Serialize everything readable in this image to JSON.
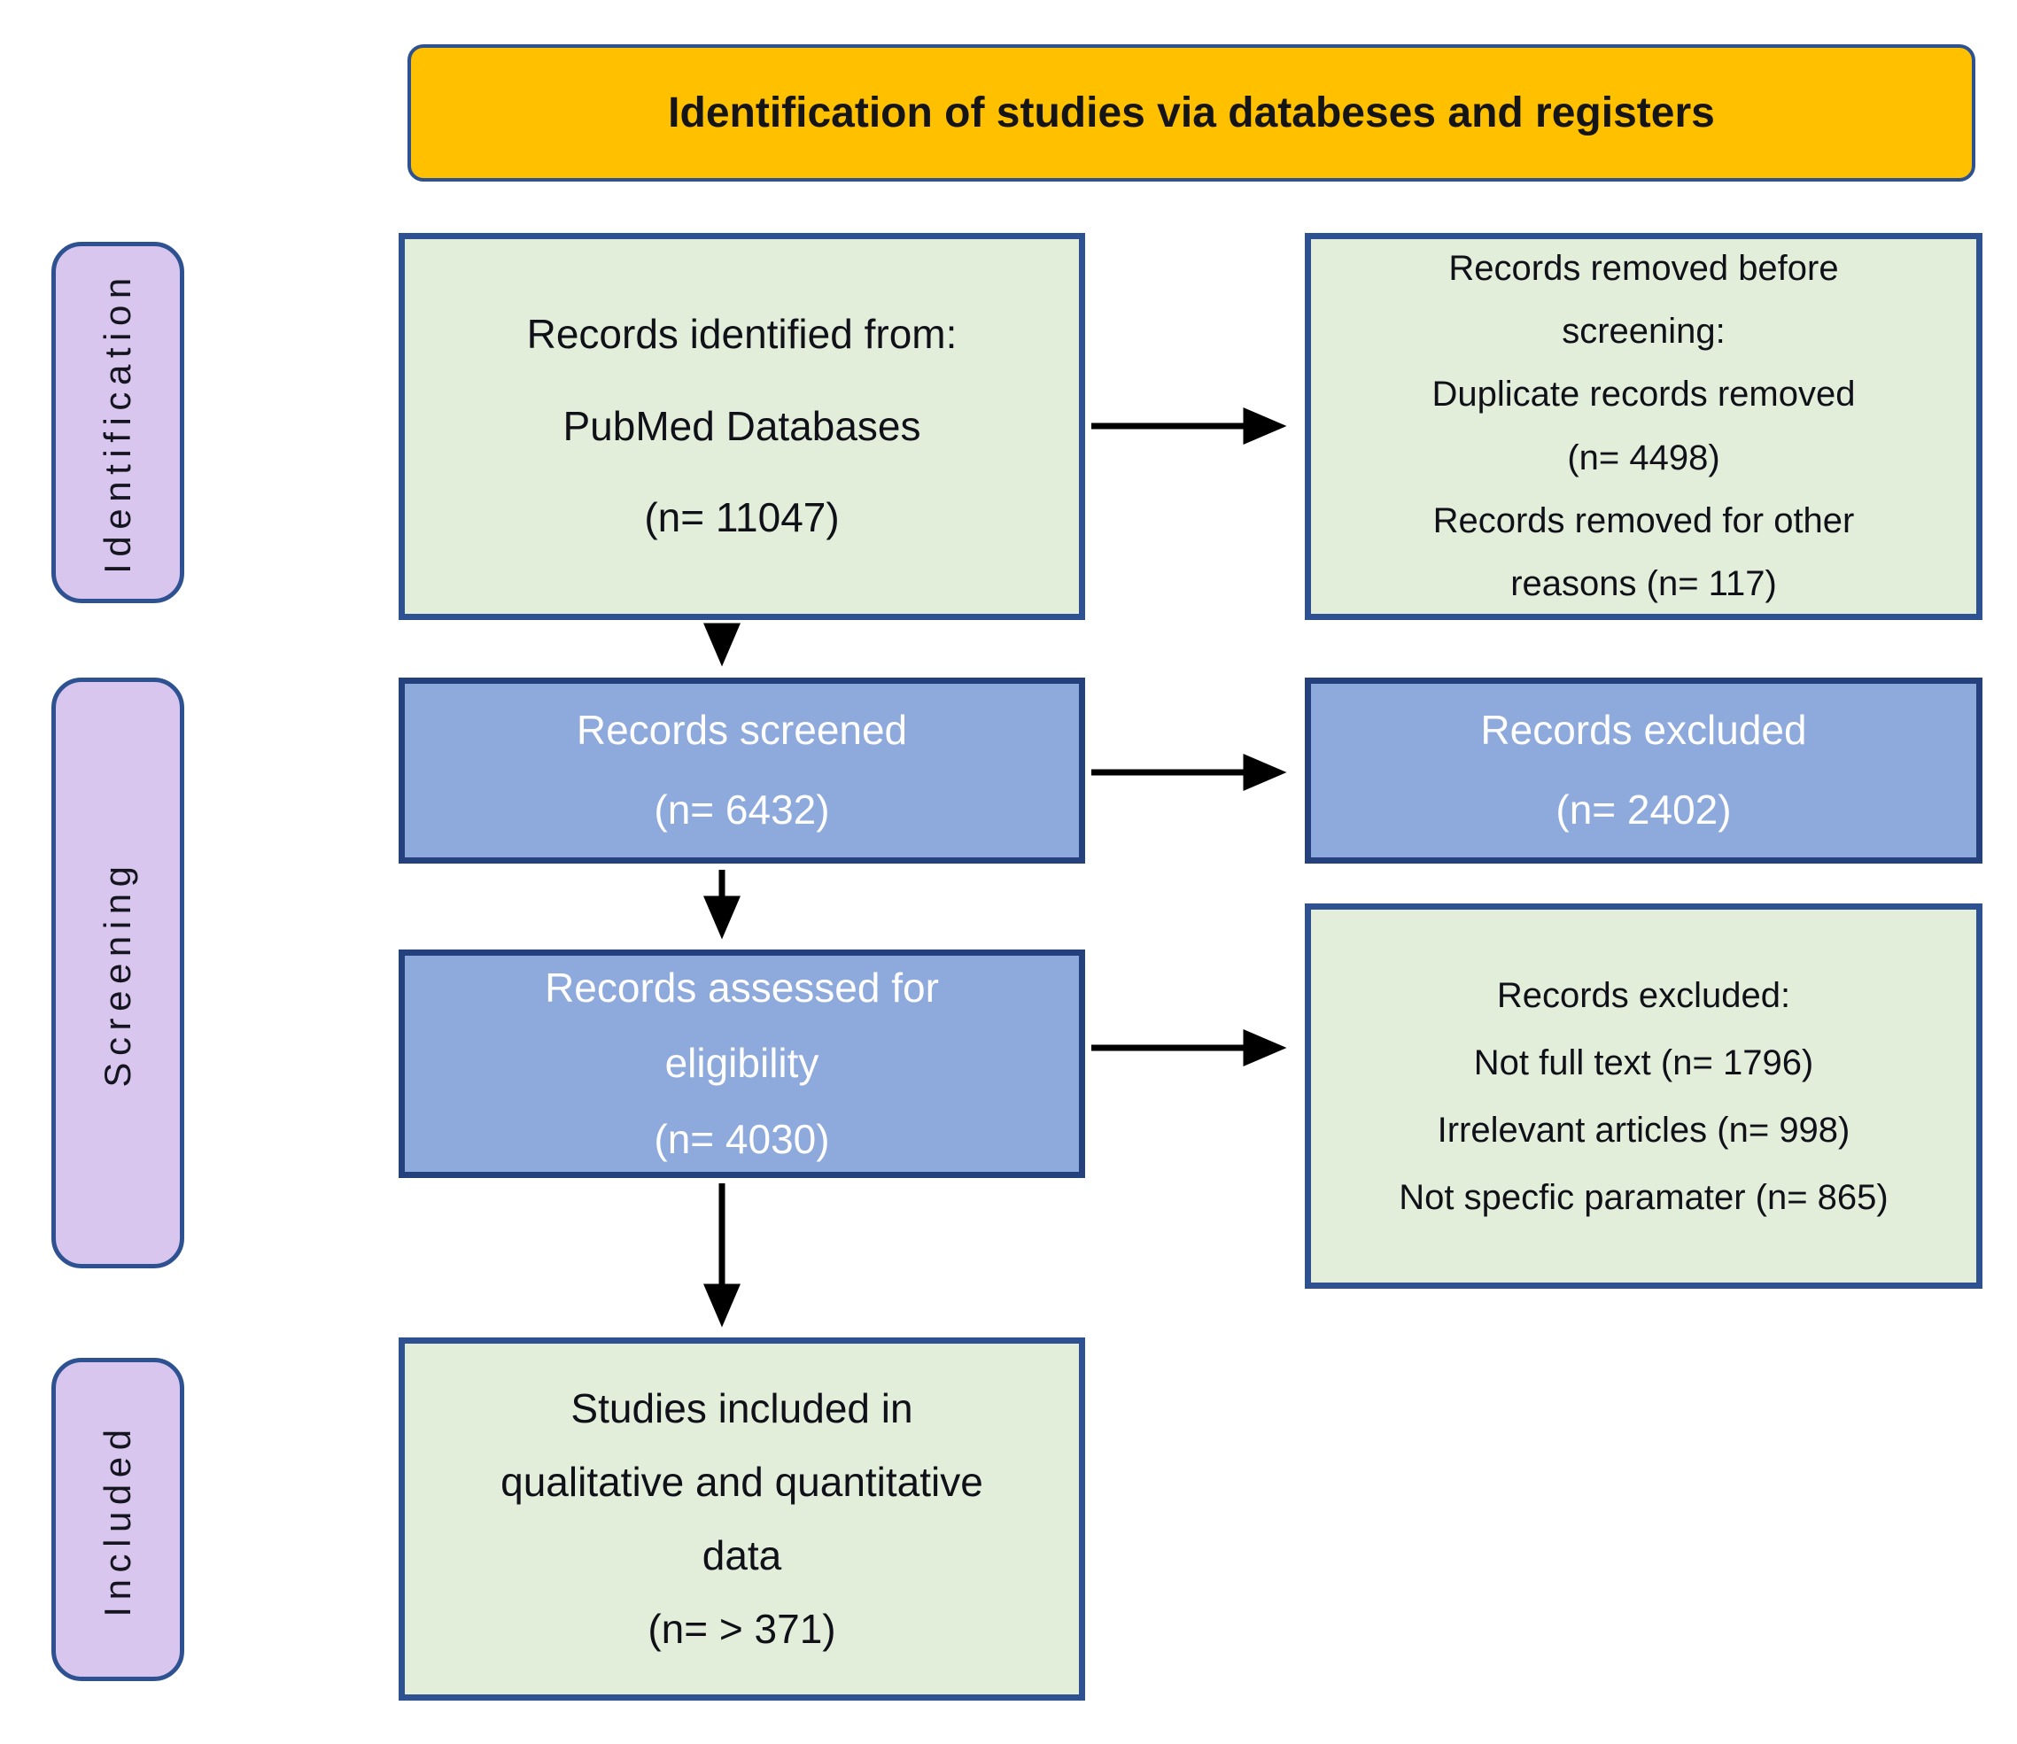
{
  "title": "Identification of studies via databeses and registers",
  "sidebar": {
    "identification": "Identification",
    "screening": "Screening",
    "included": "Included"
  },
  "boxes": {
    "identified": {
      "lines": [
        "Records identified from:",
        "PubMed Databases",
        "(n= 11047)"
      ]
    },
    "removed_before_screening": {
      "lines": [
        "Records removed before",
        "screening:",
        "Duplicate records removed",
        "(n= 4498)",
        "Records removed for other",
        "reasons (n= 117)"
      ]
    },
    "screened": {
      "lines": [
        "Records screened",
        "(n= 6432)"
      ]
    },
    "records_excluded": {
      "lines": [
        "Records excluded",
        "(n= 2402)"
      ]
    },
    "assessed": {
      "lines": [
        "Records assessed for",
        "eligibility",
        "(n= 4030)"
      ]
    },
    "excluded_reasons": {
      "lines": [
        "Records excluded:",
        "Not full text (n= 1796)",
        "Irrelevant articles (n= 998)",
        "Not specfic paramater (n= 865)"
      ]
    },
    "studies_included": {
      "lines": [
        "Studies included in",
        "qualitative and quantitative",
        "data",
        "(n= > 371)"
      ]
    }
  },
  "colors": {
    "title_fill": "#FFC000",
    "green_fill": "#E3EEDA",
    "blue_fill": "#8EA9DB",
    "purple_fill": "#D8C6EE",
    "border_blue": "#2E5291",
    "border_navy": "#24417E",
    "arrow": "#000000",
    "blue_box_text": "#FFFFFF",
    "box_text": "#101018"
  }
}
